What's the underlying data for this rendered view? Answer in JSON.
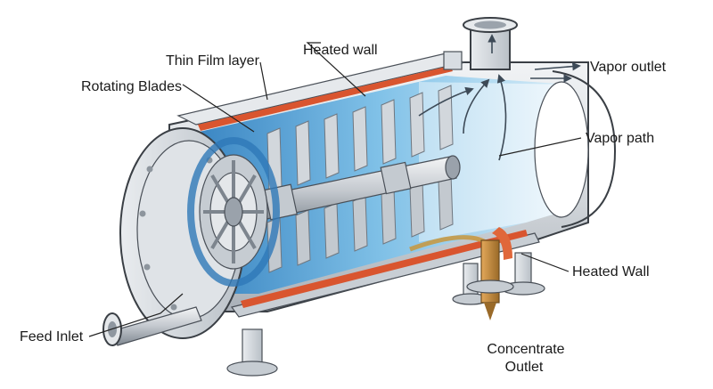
{
  "diagram": {
    "labels": {
      "heated_wall_top": "Heated wall",
      "thin_film_layer": "Thin Film layer",
      "rotating_blades": "Rotating Blades",
      "vapor_outlet": "Vapor outlet",
      "vapor_path": "Vapor path",
      "heated_wall_bottom": "Heated Wall",
      "feed_inlet": "Feed Inlet",
      "concentrate_outlet_line1": "Concentrate",
      "concentrate_outlet_line2": "Outlet"
    },
    "colors": {
      "shell_metal": "#d9dde2",
      "shell_shadow": "#aeb5bd",
      "heated_wall": "#d9552f",
      "liquid_film": "#5aa7d8",
      "vapor_space": "#dceef8",
      "blade": "#c9ced4",
      "concentrate": "#c8963c"
    },
    "icons": [
      "vapor-flow-arrow-icon",
      "concentrate-drip-icon"
    ]
  }
}
